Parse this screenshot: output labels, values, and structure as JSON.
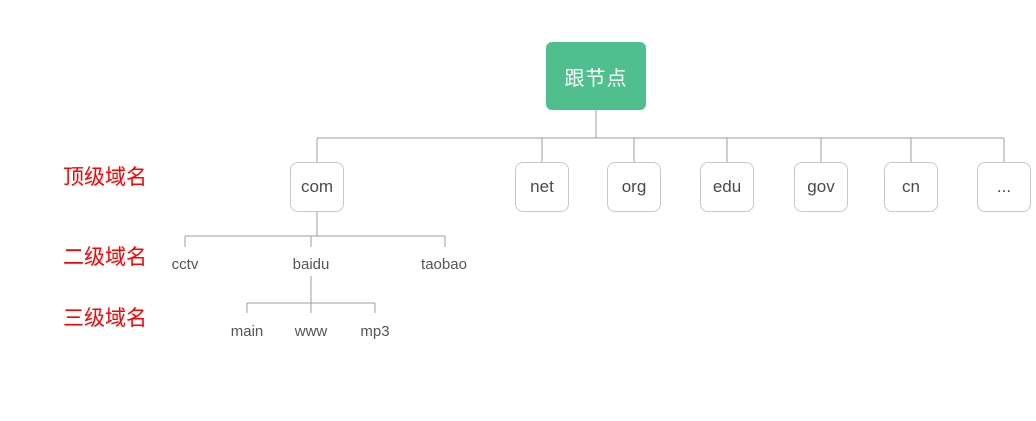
{
  "diagram": {
    "title_hint": "DNS domain hierarchy tree",
    "colors": {
      "root_fill": "#4fc08d",
      "root_text": "#ffffff",
      "connector_line": "#9e9e9e",
      "node_border": "#c8c8c8",
      "node_text": "#4a4a4a",
      "leaf_text": "#555555",
      "level_label_text": "#ff0000",
      "background": "#ffffff"
    },
    "root": {
      "label": "跟节点"
    },
    "level_labels": {
      "top": "顶级域名",
      "second": "二级域名",
      "third": "三级域名"
    },
    "tlds": [
      {
        "label": "com"
      },
      {
        "label": "net"
      },
      {
        "label": "org"
      },
      {
        "label": "edu"
      },
      {
        "label": "gov"
      },
      {
        "label": "cn"
      },
      {
        "label": "..."
      }
    ],
    "second_level": [
      {
        "label": "cctv"
      },
      {
        "label": "baidu"
      },
      {
        "label": "taobao"
      }
    ],
    "third_level": [
      {
        "label": "main"
      },
      {
        "label": "www"
      },
      {
        "label": "mp3"
      }
    ]
  }
}
